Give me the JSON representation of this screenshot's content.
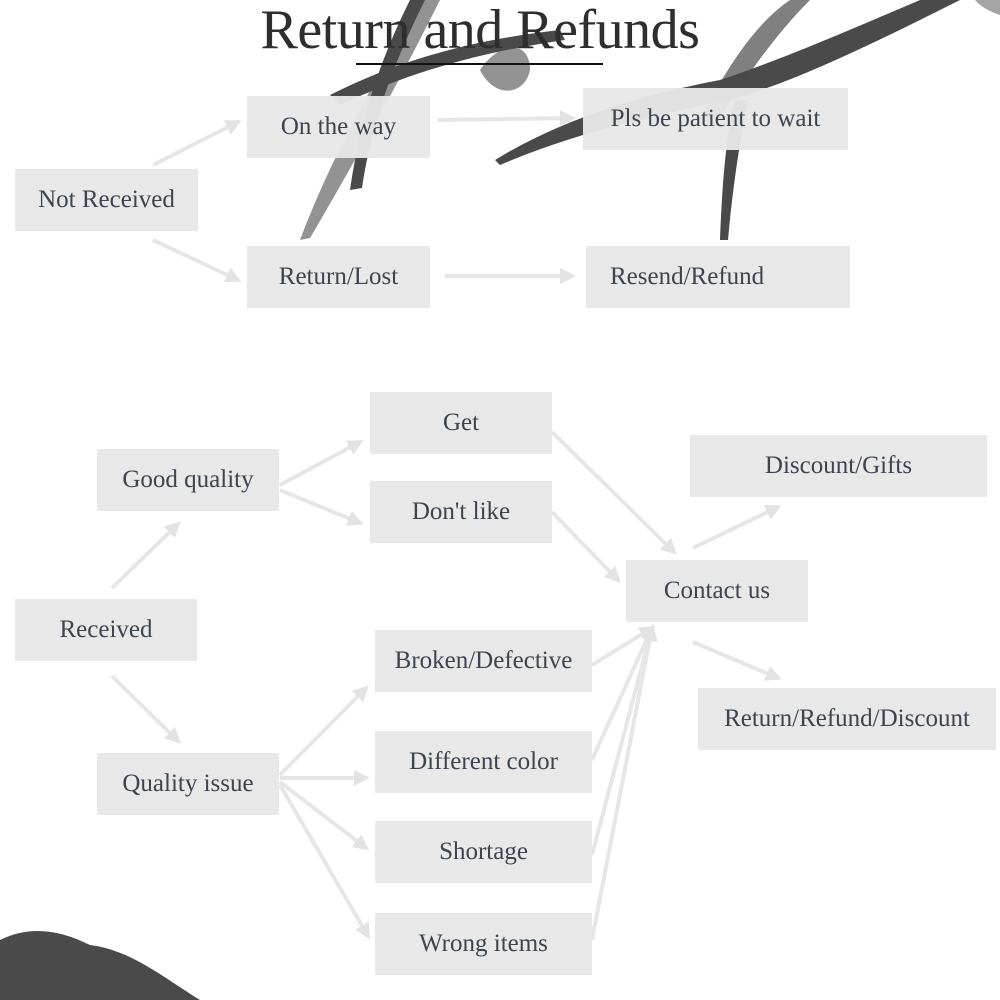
{
  "title": "Return and Refunds",
  "colors": {
    "node_fill": "#e7e7e7",
    "arrow": "#e6e6e6",
    "text": "#3c4450",
    "ink": "#222222"
  },
  "nodes": {
    "not_received": "Not Received",
    "on_the_way": "On the way",
    "return_lost": "Return/Lost",
    "be_patient": "Pls be patient to wait",
    "resend_refund": "Resend/Refund",
    "received": "Received",
    "good_quality": "Good quality",
    "quality_issue": "Quality issue",
    "get": "Get",
    "dont_like": "Don't like",
    "broken_defective": "Broken/Defective",
    "different_color": "Different color",
    "shortage": "Shortage",
    "wrong_items": "Wrong items",
    "contact_us": "Contact us",
    "discount_gifts": "Discount/Gifts",
    "return_refund_discount": "Return/Refund/Discount"
  },
  "edges": [
    [
      "not_received",
      "on_the_way"
    ],
    [
      "not_received",
      "return_lost"
    ],
    [
      "on_the_way",
      "be_patient"
    ],
    [
      "return_lost",
      "resend_refund"
    ],
    [
      "received",
      "good_quality"
    ],
    [
      "received",
      "quality_issue"
    ],
    [
      "good_quality",
      "get"
    ],
    [
      "good_quality",
      "dont_like"
    ],
    [
      "quality_issue",
      "broken_defective"
    ],
    [
      "quality_issue",
      "different_color"
    ],
    [
      "quality_issue",
      "shortage"
    ],
    [
      "quality_issue",
      "wrong_items"
    ],
    [
      "get",
      "contact_us"
    ],
    [
      "dont_like",
      "contact_us"
    ],
    [
      "broken_defective",
      "contact_us"
    ],
    [
      "different_color",
      "contact_us"
    ],
    [
      "shortage",
      "contact_us"
    ],
    [
      "wrong_items",
      "contact_us"
    ],
    [
      "contact_us",
      "discount_gifts"
    ],
    [
      "contact_us",
      "return_refund_discount"
    ]
  ]
}
